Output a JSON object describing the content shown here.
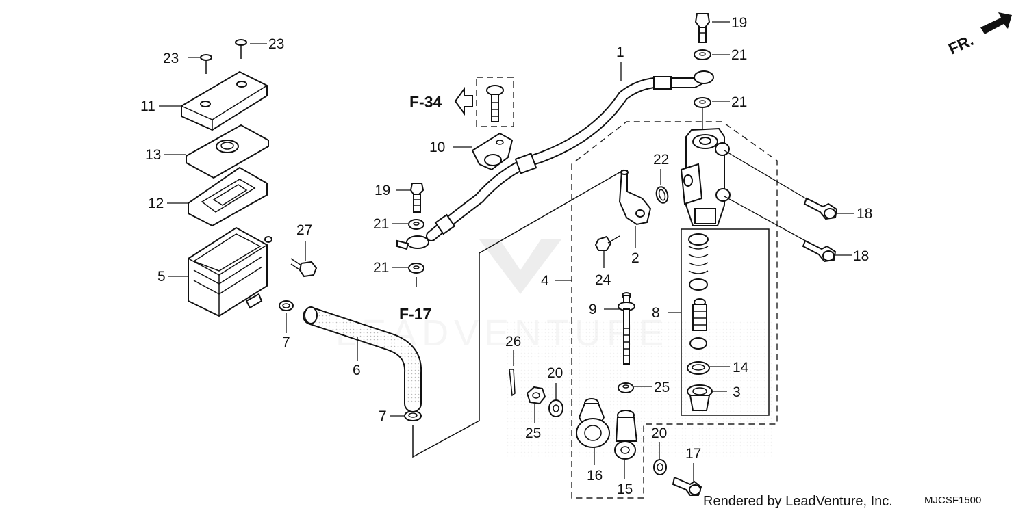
{
  "diagram": {
    "direction_marker": "FR.",
    "refs": {
      "upper": "F-34",
      "lower": "F-17"
    },
    "callouts": {
      "c1": "1",
      "c2": "2",
      "c3": "3",
      "c4": "4",
      "c5": "5",
      "c6": "6",
      "c7a": "7",
      "c7b": "7",
      "c8": "8",
      "c9": "9",
      "c10": "10",
      "c11": "11",
      "c12": "12",
      "c13": "13",
      "c14": "14",
      "c15": "15",
      "c16": "16",
      "c17": "17",
      "c18a": "18",
      "c18b": "18",
      "c19a": "19",
      "c19b": "19",
      "c20a": "20",
      "c20b": "20",
      "c21a": "21",
      "c21b": "21",
      "c21c": "21",
      "c21d": "21",
      "c22": "22",
      "c23a": "23",
      "c23b": "23",
      "c24": "24",
      "c25a": "25",
      "c25b": "25",
      "c26": "26",
      "c27": "27"
    },
    "footer": "Rendered by LeadVenture, Inc.",
    "diagram_code": "MJCSF1500"
  }
}
